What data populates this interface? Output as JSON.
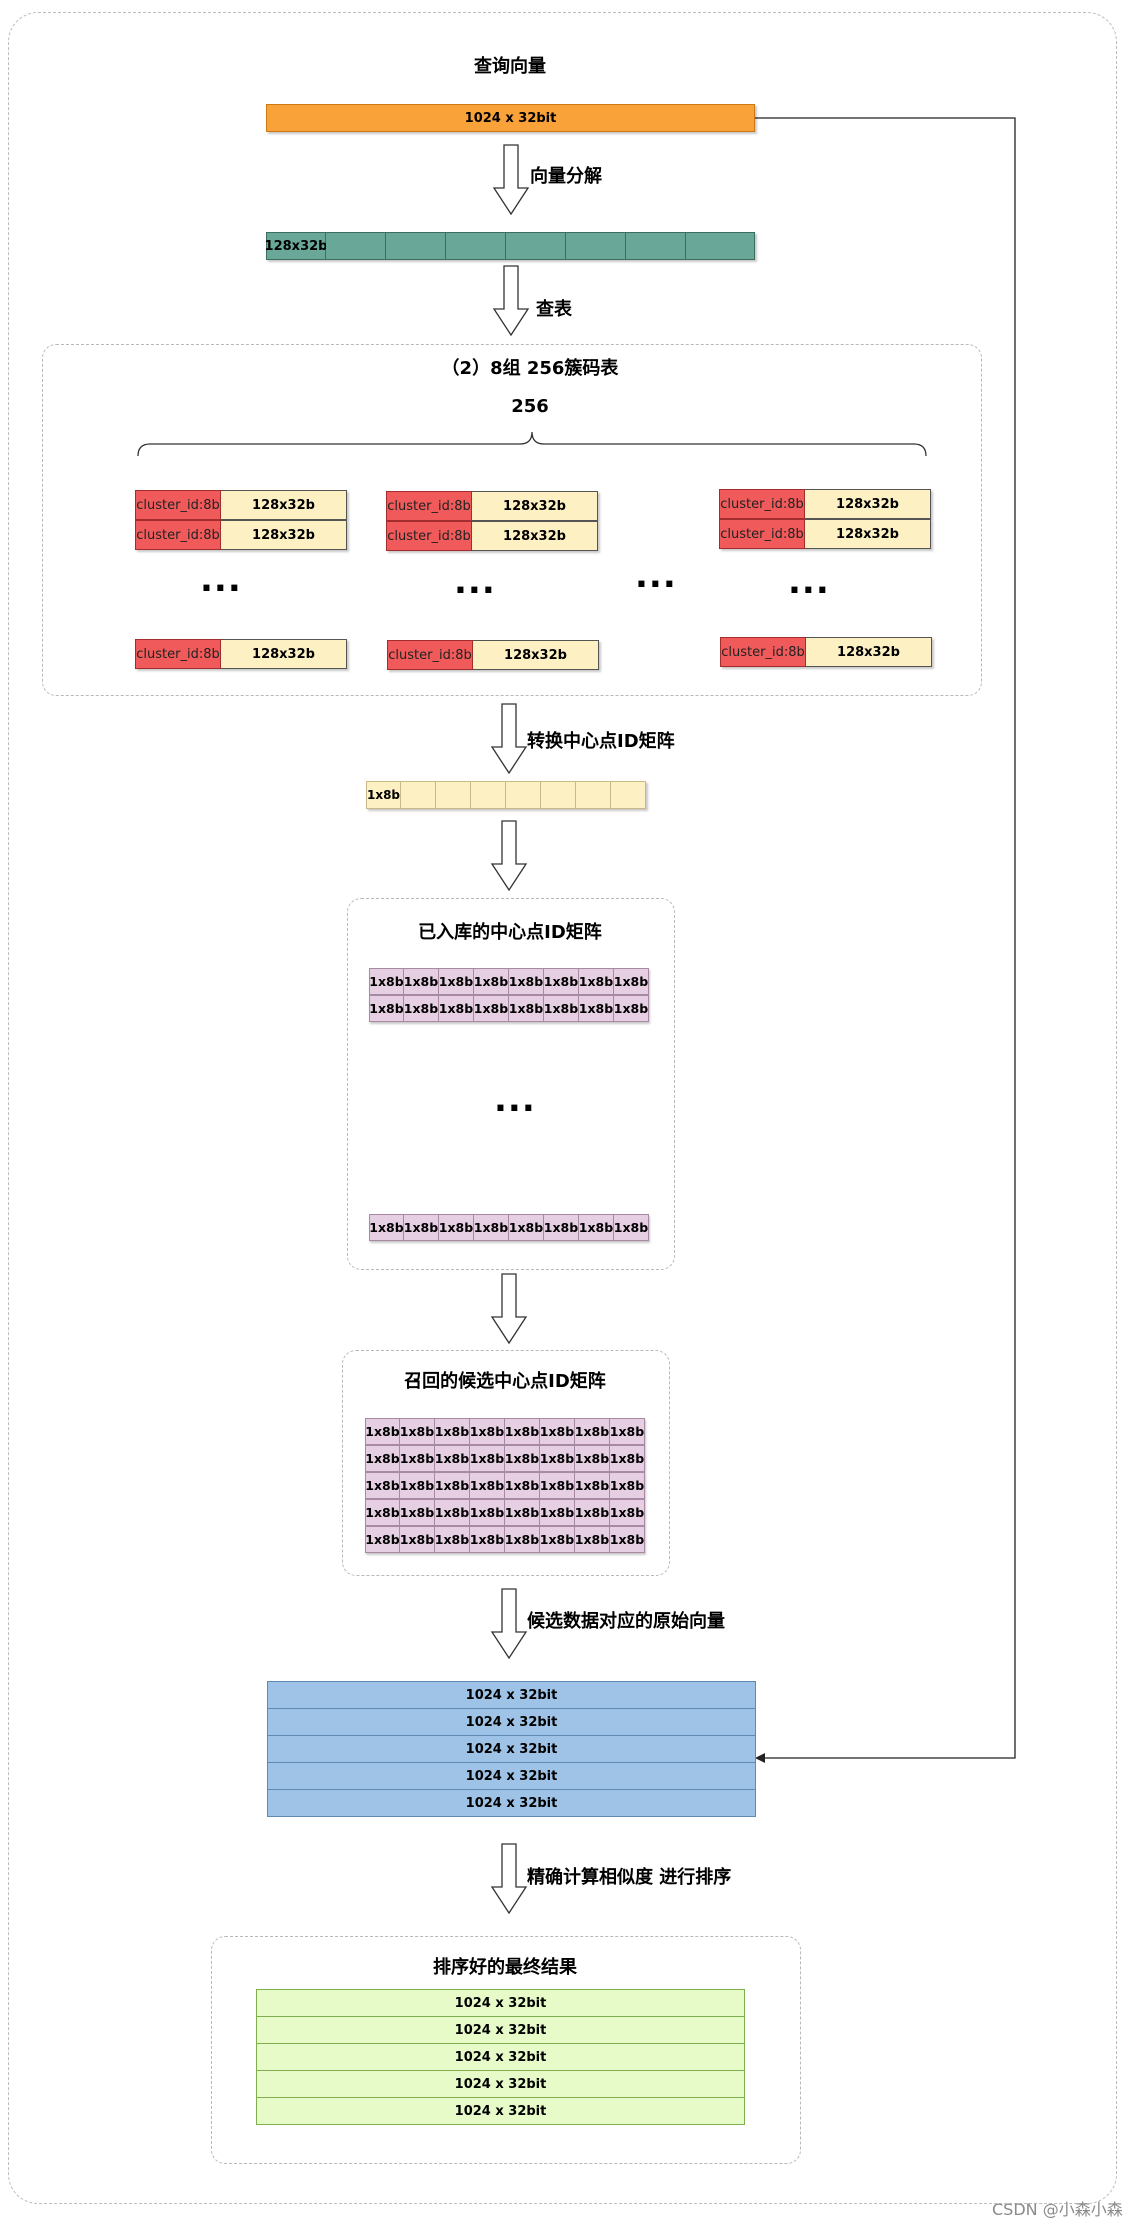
{
  "query": {
    "title": "查询向量",
    "bar": "1024 x 32bit"
  },
  "steps": {
    "decompose": "向量分解",
    "lookup": "查表",
    "convert": "转换中心点ID矩阵",
    "candidates": "候选数据对应的原始向量",
    "rank": "精确计算相似度 进行排序"
  },
  "split_vector": {
    "first_cell": "128x32b",
    "cells": [
      "128x32b",
      "",
      "",
      "",
      "",
      "",
      "",
      ""
    ]
  },
  "codebook": {
    "title": "（2）8组 256簇码表",
    "count": "256",
    "cluster_label": "cluster_id:8b",
    "vector_label": "128x32b",
    "ellipsis": "..."
  },
  "id_vector": {
    "cells": [
      "1x8b",
      "",
      "",
      "",
      "",
      "",
      "",
      ""
    ]
  },
  "stored_matrix": {
    "title": "已入库的中心点ID矩阵",
    "cell": "1x8b",
    "ellipsis": "..."
  },
  "recalled_matrix": {
    "title": "召回的候选中心点ID矩阵",
    "cell": "1x8b"
  },
  "candidate_vectors": [
    "1024 x 32bit",
    "1024 x 32bit",
    "1024 x 32bit",
    "1024 x 32bit",
    "1024 x 32bit"
  ],
  "final_result": {
    "title": "排序好的最终结果",
    "rows": [
      "1024 x 32bit",
      "1024 x 32bit",
      "1024 x 32bit",
      "1024 x 32bit",
      "1024 x 32bit"
    ]
  },
  "watermark": "CSDN @小森小森",
  "colors": {
    "query": "#f9a23a",
    "split": "#69a899",
    "cluster_id": "#f15a5a",
    "codebook_vector": "#fdf0c2",
    "id_matrix": "#e6cfe2",
    "candidate": "#9ec3e6",
    "result": "#e6fbc8"
  }
}
